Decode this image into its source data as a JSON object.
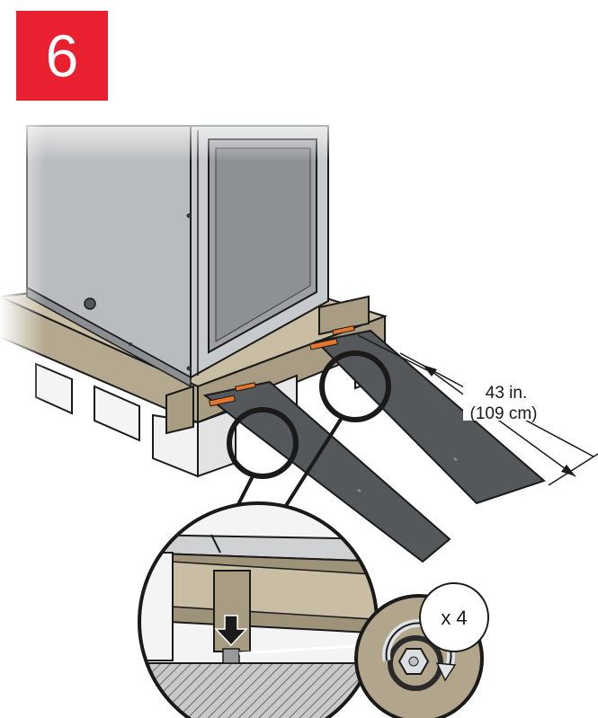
{
  "step": {
    "number": "6",
    "badge_color": "#e8202f"
  },
  "dimension": {
    "length_imperial": "43 in.",
    "length_metric": "(109 cm)"
  },
  "fastener": {
    "quantity": "x 4"
  },
  "colors": {
    "cabinet": "#b9bcbe",
    "pallet_wood": "#c9bda4",
    "ramp": "#55585b",
    "strap": "#e5762b"
  }
}
